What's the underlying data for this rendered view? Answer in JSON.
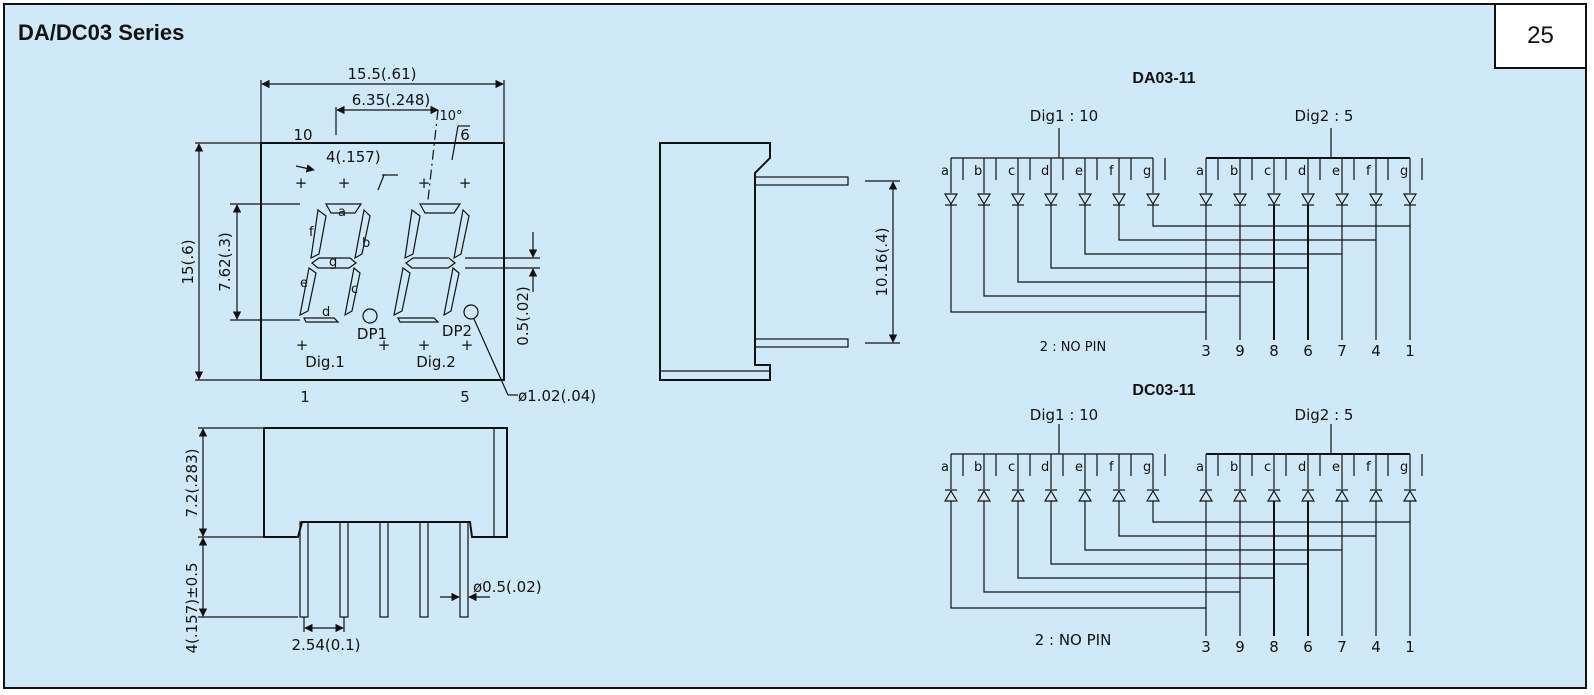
{
  "header": {
    "title": "DA/DC03 Series",
    "page_number": "25"
  },
  "front_view": {
    "dim_width": "15.5(.61)",
    "dim_digit_spacing": "6.35(.248)",
    "dim_slant": "10°",
    "dim_seg_offset": "4(.157)",
    "dim_height": "15(.6)",
    "dim_digit_height": "7.62(.3)",
    "dim_seg_width": "0.5(.02)",
    "dim_dp": "ø1.02(.04)",
    "pin_10": "10",
    "pin_6": "6",
    "pin_1": "1",
    "pin_5": "5",
    "dp1": "DP1",
    "dp2": "DP2",
    "dig1": "Dig.1",
    "dig2": "Dig.2",
    "seg_a": "a",
    "seg_b": "b",
    "seg_c": "c",
    "seg_d": "d",
    "seg_e": "e",
    "seg_f": "f",
    "seg_g": "g"
  },
  "bottom_view": {
    "dim_body": "7.2(.283)",
    "dim_pin_len": "4(.157)±0.5",
    "dim_pin_dia": "ø0.5(.02)",
    "dim_pitch": "2.54(0.1)"
  },
  "side_view": {
    "dim_row": "10.16(.4)"
  },
  "circuit_da": {
    "title": "DA03-11",
    "dig1": "Dig1 : 10",
    "dig2": "Dig2 : 5",
    "no_pin": "2 : NO PIN",
    "segments": [
      "a",
      "b",
      "c",
      "d",
      "e",
      "f",
      "g"
    ],
    "pins": [
      "3",
      "9",
      "8",
      "6",
      "7",
      "4",
      "1"
    ]
  },
  "circuit_dc": {
    "title": "DC03-11",
    "dig1": "Dig1 : 10",
    "dig2": "Dig2 : 5",
    "no_pin": "2 : NO PIN",
    "segments": [
      "a",
      "b",
      "c",
      "d",
      "e",
      "f",
      "g"
    ],
    "pins": [
      "3",
      "9",
      "8",
      "6",
      "7",
      "4",
      "1"
    ]
  }
}
